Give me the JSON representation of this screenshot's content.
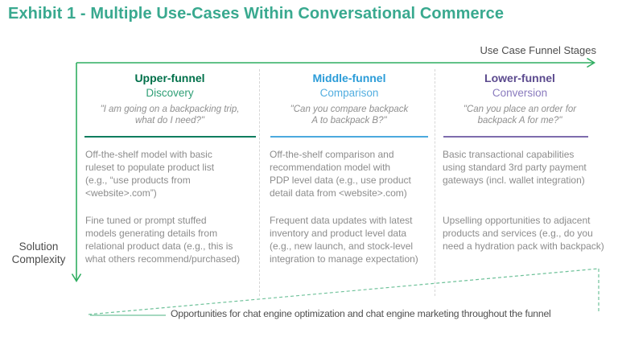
{
  "title": "Exhibit 1 - Multiple Use-Cases Within Conversational Commerce",
  "axes": {
    "x_label": "Use Case Funnel Stages",
    "y_label": "Solution\nComplexity"
  },
  "columns": [
    {
      "funnel": "Upper-funnel",
      "stage": "Discovery",
      "quote": "\"I am going on a backpacking trip,\nwhat do I need?\"",
      "para1": "Off-the-shelf model with basic\nruleset to populate product list\n(e.g., “use products from\n<website>.com”)",
      "para2": "Fine tuned or prompt stuffed\nmodels generating details from\nrelational product data (e.g., this is\nwhat others recommend/purchased)"
    },
    {
      "funnel": "Middle-funnel",
      "stage": "Comparison",
      "quote": "\"Can you compare backpack\nA to backpack B?\"",
      "para1": "Off-the-shelf comparison and\nrecommendation model with\nPDP level data (e.g., use product\ndetail data from <website>.com)",
      "para2": "Frequent data updates with latest\ninventory and product level data\n(e.g., new launch, and stock-level\nintegration to manage expectation)"
    },
    {
      "funnel": "Lower-funnel",
      "stage": "Conversion",
      "quote": "\"Can you place an order for\nbackpack A for me?\"",
      "para1": "Basic transactional capabilities\nusing standard 3rd party payment\ngateways (incl. wallet integration)",
      "para2": "Upselling opportunities to adjacent\nproducts and services (e.g., do you\nneed a hydration pack with backpack)"
    }
  ],
  "footer": {
    "text": "Opportunities for chat engine optimization and chat engine marketing throughout the funnel"
  },
  "colors": {
    "title_teal": "#39A98F",
    "axis_green": "#2FAD60",
    "wedge_green": "#6FC29A",
    "upper_funnel_bold": "#00704A",
    "upper_stage": "#2F9F76",
    "upper_underline": "#0E7D5F",
    "middle_funnel_bold": "#2B9CD8",
    "middle_stage": "#53AEE0",
    "middle_underline": "#4BA9DE",
    "lower_funnel_bold": "#5B4A8E",
    "lower_stage": "#8A7BBE",
    "lower_underline": "#7E6CAD",
    "body_gray": "#8C8C8C",
    "label_gray": "#4C4C4C"
  }
}
